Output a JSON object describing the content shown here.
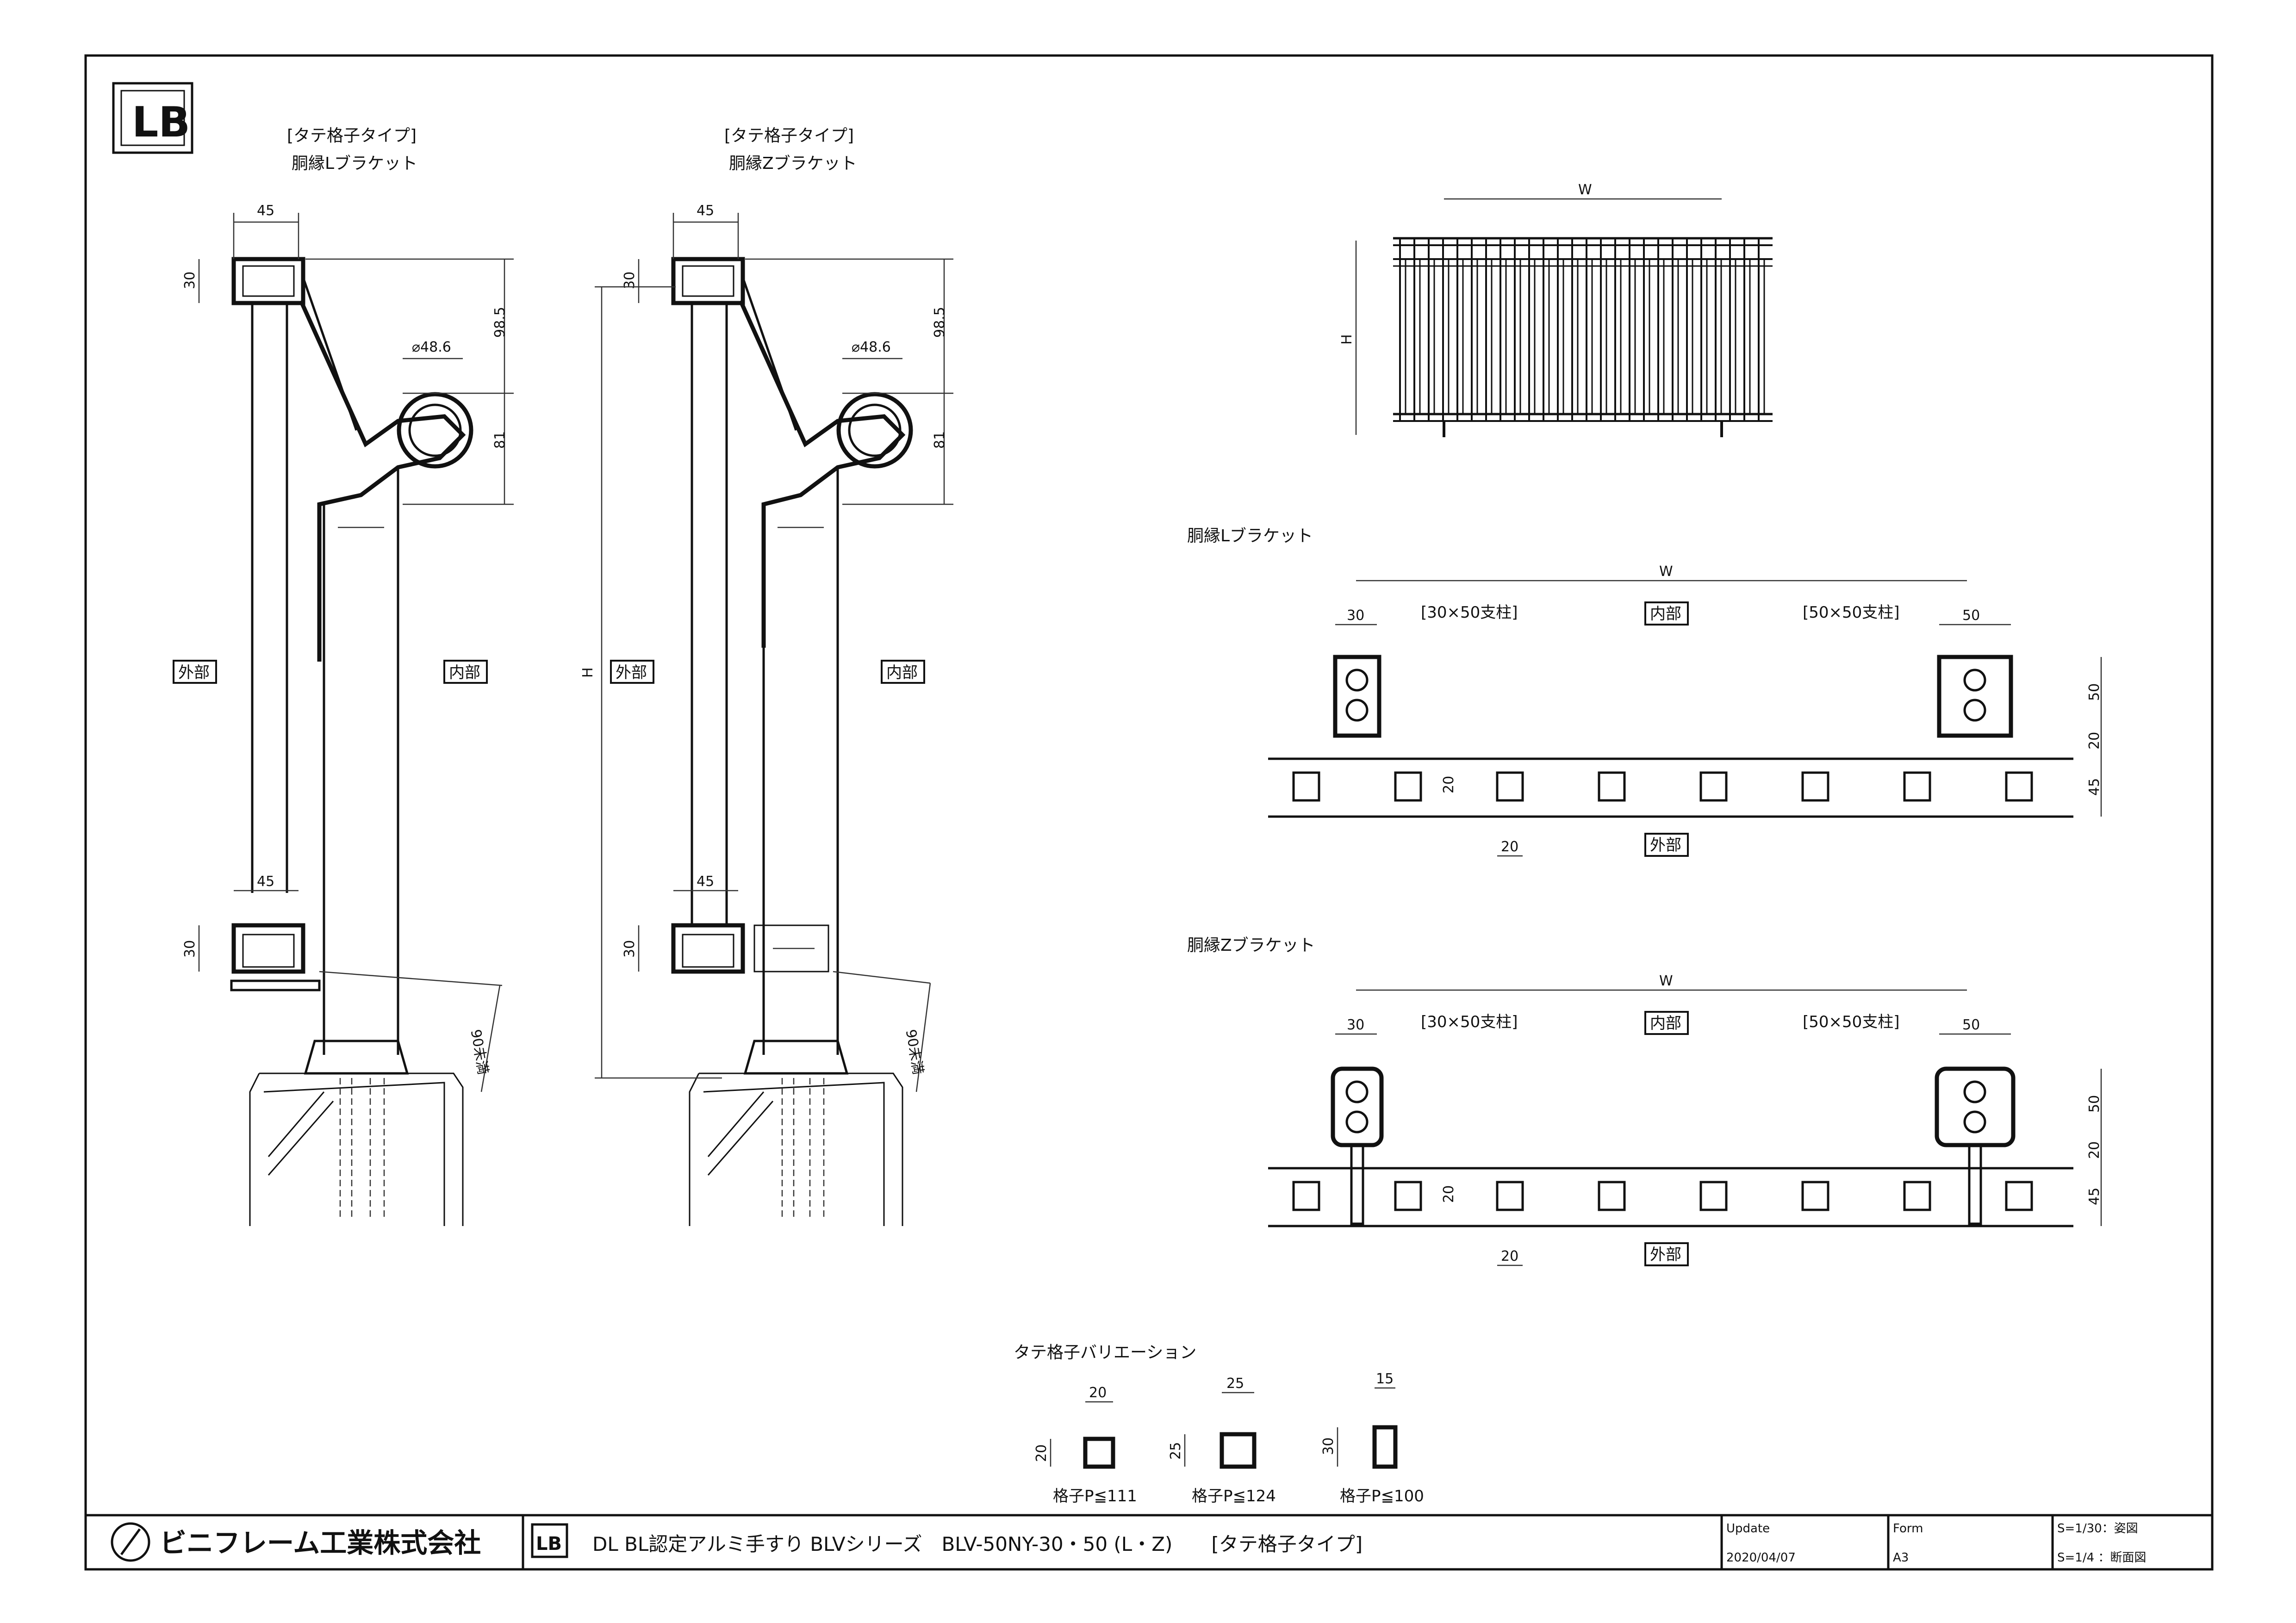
{
  "titles": {
    "l_type": "[タテ格子タイプ]",
    "l_name": "胴縁Lブラケット",
    "z_type": "[タテ格子タイプ]",
    "z_name": "胴縁Zブラケット",
    "plan_l": "胴縁Lブラケット",
    "plan_z": "胴縁Zブラケット",
    "variation": "タテ格子バリエーション"
  },
  "labels": {
    "outside": "外部",
    "inside": "内部",
    "post30": "[30×50支柱]",
    "post50": "[50×50支柱]"
  },
  "dims": {
    "d45": "45",
    "d30": "30",
    "d985": "98.5",
    "d81": "81",
    "dia": "⌀48.6",
    "under90": "90未満",
    "H": "H",
    "W": "W",
    "d50": "50",
    "d20": "20"
  },
  "variations": [
    {
      "w": "20",
      "h": "20",
      "pitch": "格子P≦111"
    },
    {
      "w": "25",
      "h": "25",
      "pitch": "格子P≦124"
    },
    {
      "w": "15",
      "h": "30",
      "pitch": "格子P≦100"
    }
  ],
  "title_block": {
    "company": "ビニフレーム工業株式会社",
    "product": "DL BL認定アルミ手すり BLVシリーズ　BLV-50NY-30・50 (L・Z)　　[タテ格子タイプ]",
    "update_label": "Update",
    "update_value": "2020/04/07",
    "form_label": "Form",
    "form_value": "A3",
    "scale1": "S=1/30：姿図",
    "scale2": "S=1/4 ：断面図"
  },
  "logo_text": "LB"
}
